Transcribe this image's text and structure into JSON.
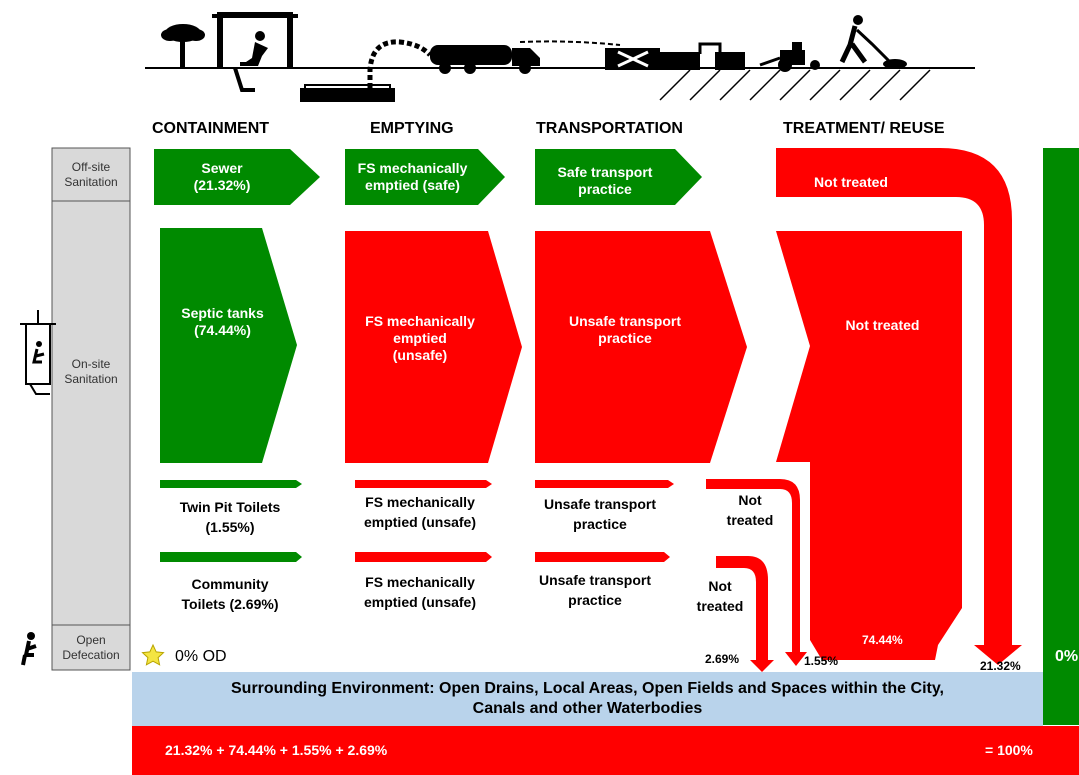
{
  "columns": {
    "containment": "CONTAINMENT",
    "emptying": "EMPTYING",
    "transportation": "TRANSPORTATION",
    "treatment": "TREATMENT/ REUSE"
  },
  "rows": {
    "offsite_line1": "Off-site",
    "offsite_line2": "Sanitation",
    "onsite_line1": "On-site",
    "onsite_line2": "Sanitation",
    "od_line1": "Open",
    "od_line2": "Defecation"
  },
  "offsite": {
    "sewer_line1": "Sewer",
    "sewer_line2": "(21.32%)",
    "emptied_line1": "FS mechanically",
    "emptied_line2": "emptied (safe)",
    "transport_line1": "Safe transport",
    "transport_line2": "practice",
    "treatment": "Not treated"
  },
  "onsite": {
    "septic_line1": "Septic tanks",
    "septic_line2": "(74.44%)",
    "emptied_line1": "FS mechanically",
    "emptied_line2": "emptied",
    "emptied_line3": "(unsafe)",
    "transport_line1": "Unsafe transport",
    "transport_line2": "practice",
    "treatment": "Not treated"
  },
  "twin_pit": {
    "containment_line1": "Twin Pit Toilets",
    "containment_line2": "(1.55%)",
    "emptied_line1": "FS mechanically",
    "emptied_line2": "emptied (unsafe)",
    "transport_line1": "Unsafe transport",
    "transport_line2": "practice",
    "treatment_line1": "Not",
    "treatment_line2": "treated"
  },
  "community": {
    "containment_line1": "Community",
    "containment_line2": "Toilets (2.69%)",
    "emptied_line1": "FS mechanically",
    "emptied_line2": "emptied (unsafe)",
    "transport_line1": "Unsafe transport",
    "transport_line2": "practice",
    "treatment_line1": "Not",
    "treatment_line2": "treated"
  },
  "open_defecation": "0% OD",
  "flow_labels": {
    "community": "2.69%",
    "twin_pit": "1.55%",
    "septic": "74.44%",
    "sewer": "21.32%",
    "safe": "0%"
  },
  "environment_line1": "Surrounding Environment: Open Drains, Local Areas, Open Fields and Spaces within the City,",
  "environment_line2": "Canals and other Waterbodies",
  "summary": {
    "formula": "21.32% + 74.44% + 1.55% + 2.69%",
    "total": "= 100%"
  },
  "colors": {
    "safe": "#008A00",
    "unsafe": "#FF0000",
    "environment": "#B9D3EB",
    "row_panel": "#D9D9D9",
    "star": "#F4E542"
  }
}
